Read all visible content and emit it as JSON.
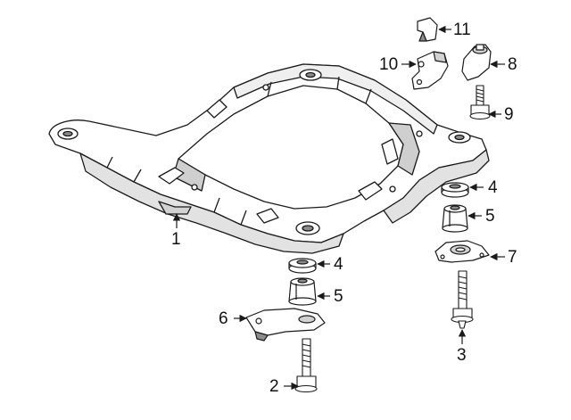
{
  "colors": {
    "line": "#1a1a1a",
    "fill": "#ffffff",
    "shade": "#8c8c8c",
    "light_shade": "#d2d2d2"
  },
  "callouts": {
    "c1": "1",
    "c2": "2",
    "c3": "3",
    "c4a": "4",
    "c4b": "4",
    "c5a": "5",
    "c5b": "5",
    "c6": "6",
    "c7": "7",
    "c8": "8",
    "c9": "9",
    "c10": "10",
    "c11": "11"
  }
}
